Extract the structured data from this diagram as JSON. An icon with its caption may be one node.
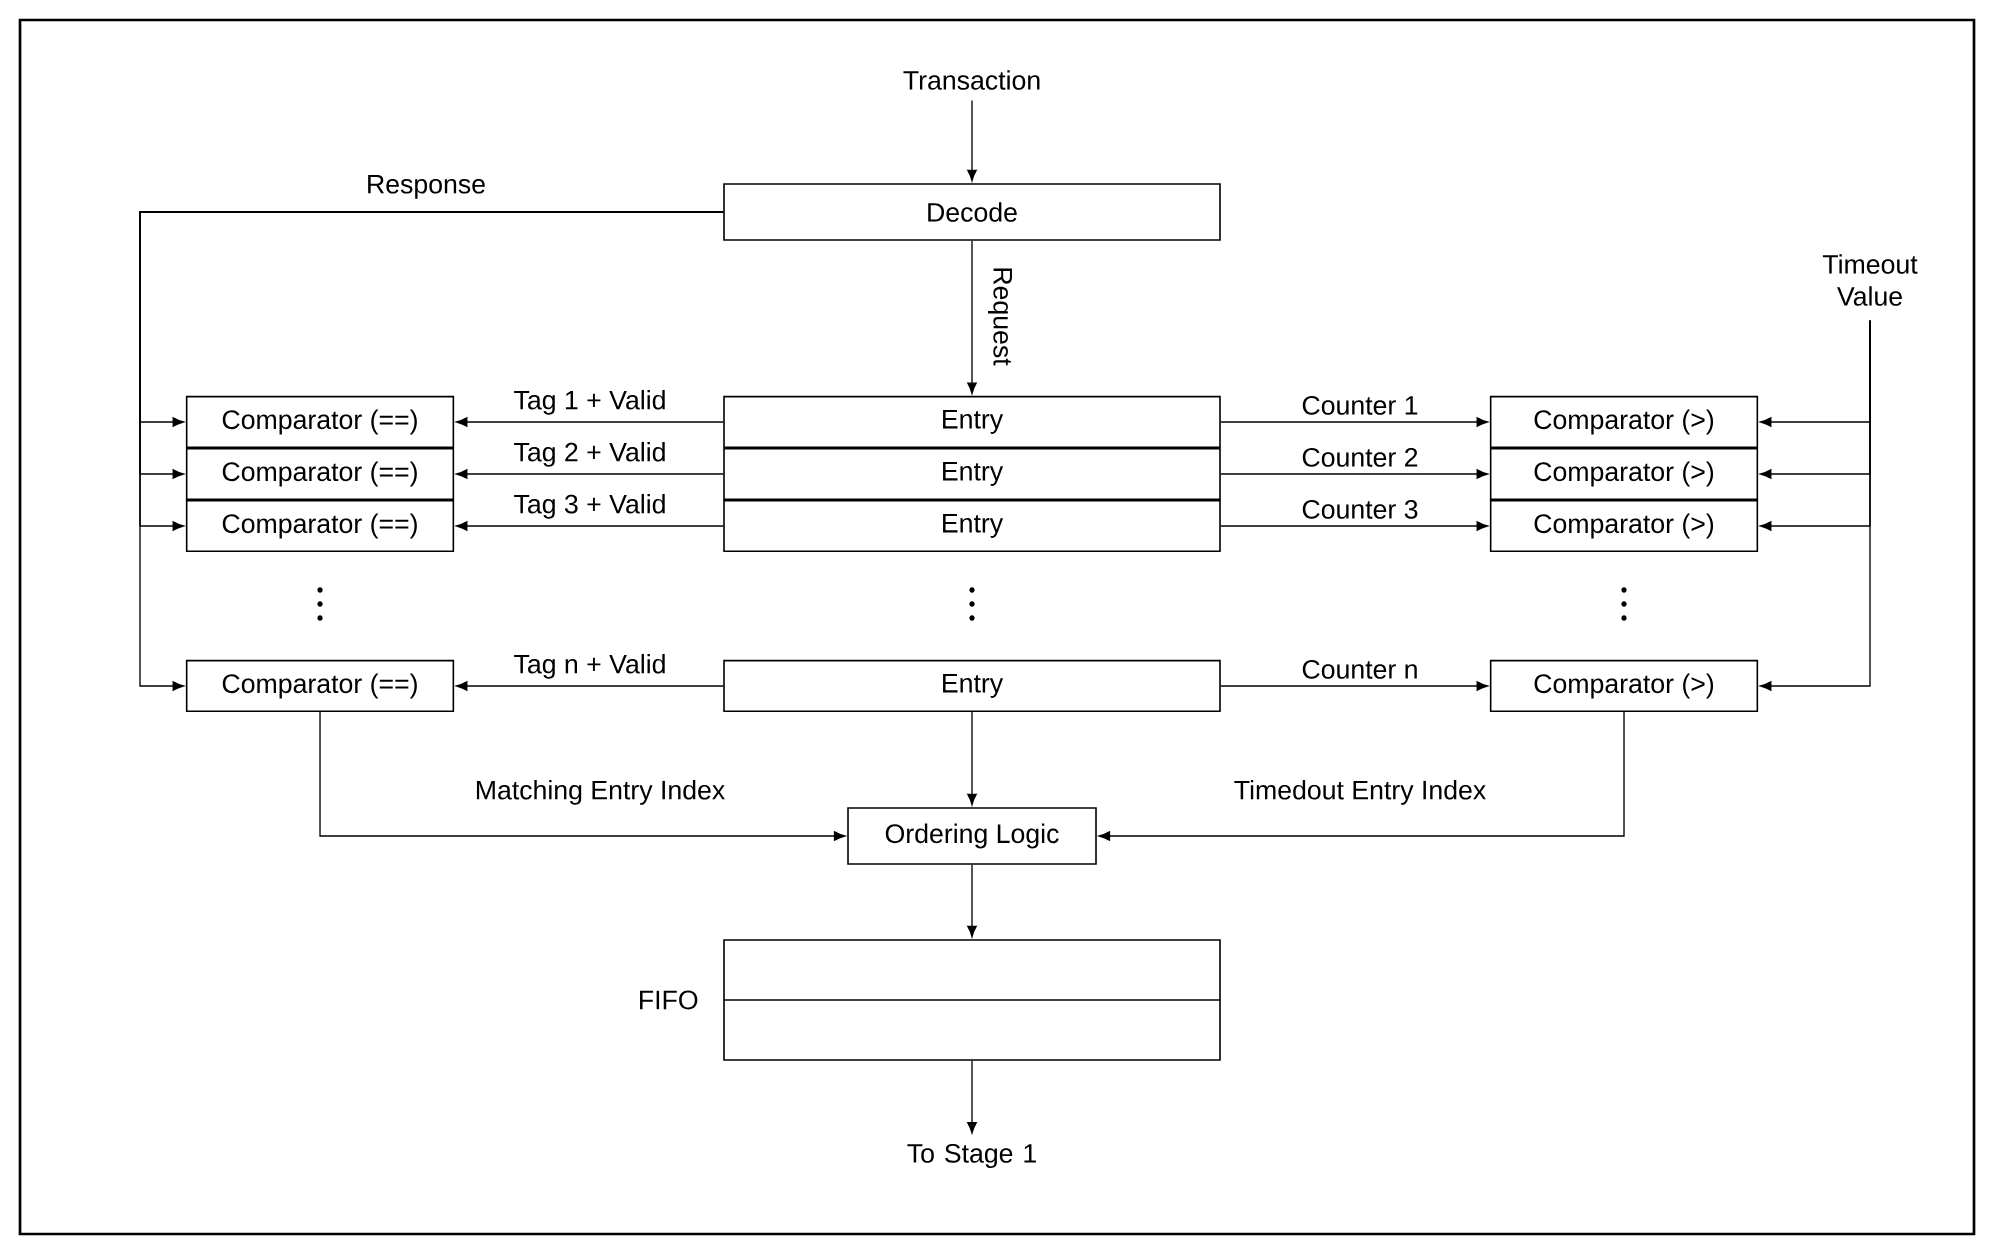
{
  "diagram": {
    "nodes": [
      {
        "text": [
          "Transaction"
        ]
      },
      {
        "text": [
          "Decode"
        ]
      },
      {
        "text": [
          "Timeout Value"
        ]
      },
      {
        "text": [
          "Comparator (==)"
        ]
      },
      {
        "text": [
          "Entry"
        ]
      },
      {
        "text": [
          "Comparator (>)"
        ]
      },
      {
        "text": [
          "Comparator (==)"
        ]
      },
      {
        "text": [
          "Entry"
        ]
      },
      {
        "text": [
          "Comparator (>)"
        ]
      },
      {
        "text": [
          "Comparator (==)"
        ]
      },
      {
        "text": [
          "Entry"
        ]
      },
      {
        "text": [
          "Comparator (>)"
        ]
      },
      {
        "text": [
          "Comparator (==)"
        ]
      },
      {
        "text": [
          "Entry"
        ]
      },
      {
        "text": [
          "Comparator (>)"
        ]
      },
      {
        "text": [
          "Ordering Logic"
        ]
      },
      {
        "text": [],
        "shape": "box",
        "beside": [
          "FIFO"
        ]
      },
      {
        "text": [
          "To Stage 1"
        ]
      }
    ],
    "edges": [
      {
        "from": 0,
        "to": 1,
        "arrow": "to"
      },
      {
        "from": 1,
        "to": 4,
        "arrow": "to",
        "label": "Request"
      },
      {
        "from": 1,
        "to": 3,
        "arrow": "to",
        "label": "Response"
      },
      {
        "from": 1,
        "to": 6,
        "arrow": "to"
      },
      {
        "from": 1,
        "to": 9,
        "arrow": "to"
      },
      {
        "from": 1,
        "to": 12,
        "arrow": "to"
      },
      {
        "from": 4,
        "to": 3,
        "arrow": "to",
        "label": "Tag 1 + Valid"
      },
      {
        "from": 7,
        "to": 6,
        "arrow": "to",
        "label": "Tag 2 + Valid"
      },
      {
        "from": 10,
        "to": 9,
        "arrow": "to",
        "label": "Tag 3 + Valid"
      },
      {
        "from": 13,
        "to": 12,
        "arrow": "to",
        "label": "Tag n + Valid"
      },
      {
        "from": 4,
        "to": 5,
        "arrow": "to",
        "label": "Counter 1"
      },
      {
        "from": 7,
        "to": 8,
        "arrow": "to",
        "label": "Counter 2"
      },
      {
        "from": 10,
        "to": 11,
        "arrow": "to",
        "label": "Counter 3"
      },
      {
        "from": 13,
        "to": 14,
        "arrow": "to",
        "label": "Counter n"
      },
      {
        "from": 2,
        "to": 5,
        "arrow": "to"
      },
      {
        "from": 2,
        "to": 8,
        "arrow": "to"
      },
      {
        "from": 2,
        "to": 11,
        "arrow": "to"
      },
      {
        "from": 2,
        "to": 14,
        "arrow": "to"
      },
      {
        "from": 12,
        "to": 15,
        "arrow": "to",
        "label": "Matching Entry Index"
      },
      {
        "from": 13,
        "to": 15,
        "arrow": "to"
      },
      {
        "from": 14,
        "to": 15,
        "arrow": "to",
        "label": "Timedout Entry Index"
      },
      {
        "from": 15,
        "to": 16,
        "arrow": "to"
      },
      {
        "from": 16,
        "to": 17,
        "arrow": "to"
      }
    ]
  }
}
